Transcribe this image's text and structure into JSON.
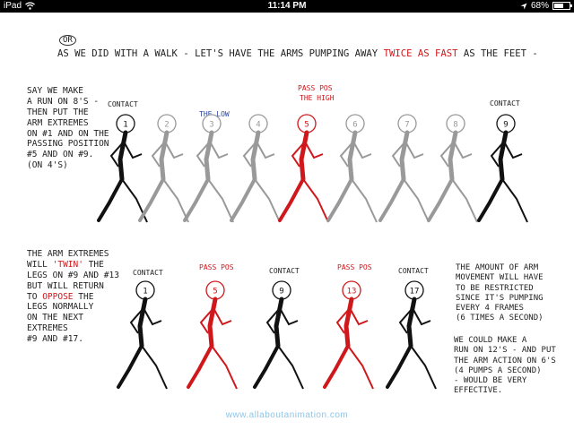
{
  "status_bar": {
    "device": "iPad",
    "time": "11:14 PM",
    "battery": "68%",
    "battery_level": 0.68,
    "icons": [
      "wifi-icon",
      "location-icon",
      "battery-icon"
    ]
  },
  "drawing": {
    "or_label": "OR",
    "title_part1": "AS WE DID WITH A WALK - LET'S HAVE THE ARMS PUMPING AWAY",
    "title_emphasis": "TWICE AS FAST",
    "title_part2": "AS THE FEET -",
    "left_note_top": [
      "SAY WE MAKE",
      "A RUN ON 8'S -",
      "THEN PUT THE",
      "ARM EXTREMES",
      "ON #1 AND ON THE",
      "PASSING POSITION",
      "#5 AND ON #9.",
      "(ON 4'S)"
    ],
    "top_labels": {
      "contact_left": "CONTACT",
      "the_low": "THE LOW",
      "pass_pos": "PASS POS",
      "the_high": "THE HIGH",
      "contact_right": "CONTACT"
    },
    "top_frames": [
      "1",
      "2",
      "3",
      "4",
      "5",
      "6",
      "7",
      "8",
      "9"
    ],
    "left_note_bottom_a": [
      "THE ARM EXTREMES",
      "WILL"
    ],
    "twin_word": "'TWIN'",
    "left_note_bottom_b": [
      "THE",
      "LEGS ON #9 AND #13",
      "BUT WILL RETURN",
      "TO"
    ],
    "oppose_word": "OPPOSE",
    "left_note_bottom_c": [
      "THE",
      "LEGS NORMALLY",
      "ON THE NEXT",
      "EXTREMES",
      "#9 AND #17."
    ],
    "bottom_labels": [
      "CONTACT",
      "PASS POS",
      "CONTACT",
      "PASS POS",
      "CONTACT"
    ],
    "bottom_frames": [
      "1",
      "5",
      "9",
      "13",
      "17"
    ],
    "right_note_a": [
      "THE AMOUNT OF ARM",
      "MOVEMENT WILL HAVE",
      "TO BE RESTRICTED",
      "SINCE IT'S PUMPING",
      "EVERY 4 FRAMES",
      "(6 TIMES A SECOND)"
    ],
    "right_note_b": [
      "WE COULD MAKE A",
      "RUN ON 12'S - AND PUT",
      "THE ARM ACTION ON 6'S",
      "(4 PUMPS A SECOND)",
      "- WOULD BE VERY",
      "EFFECTIVE."
    ],
    "footer_url": "www.allaboutanimation.com"
  }
}
